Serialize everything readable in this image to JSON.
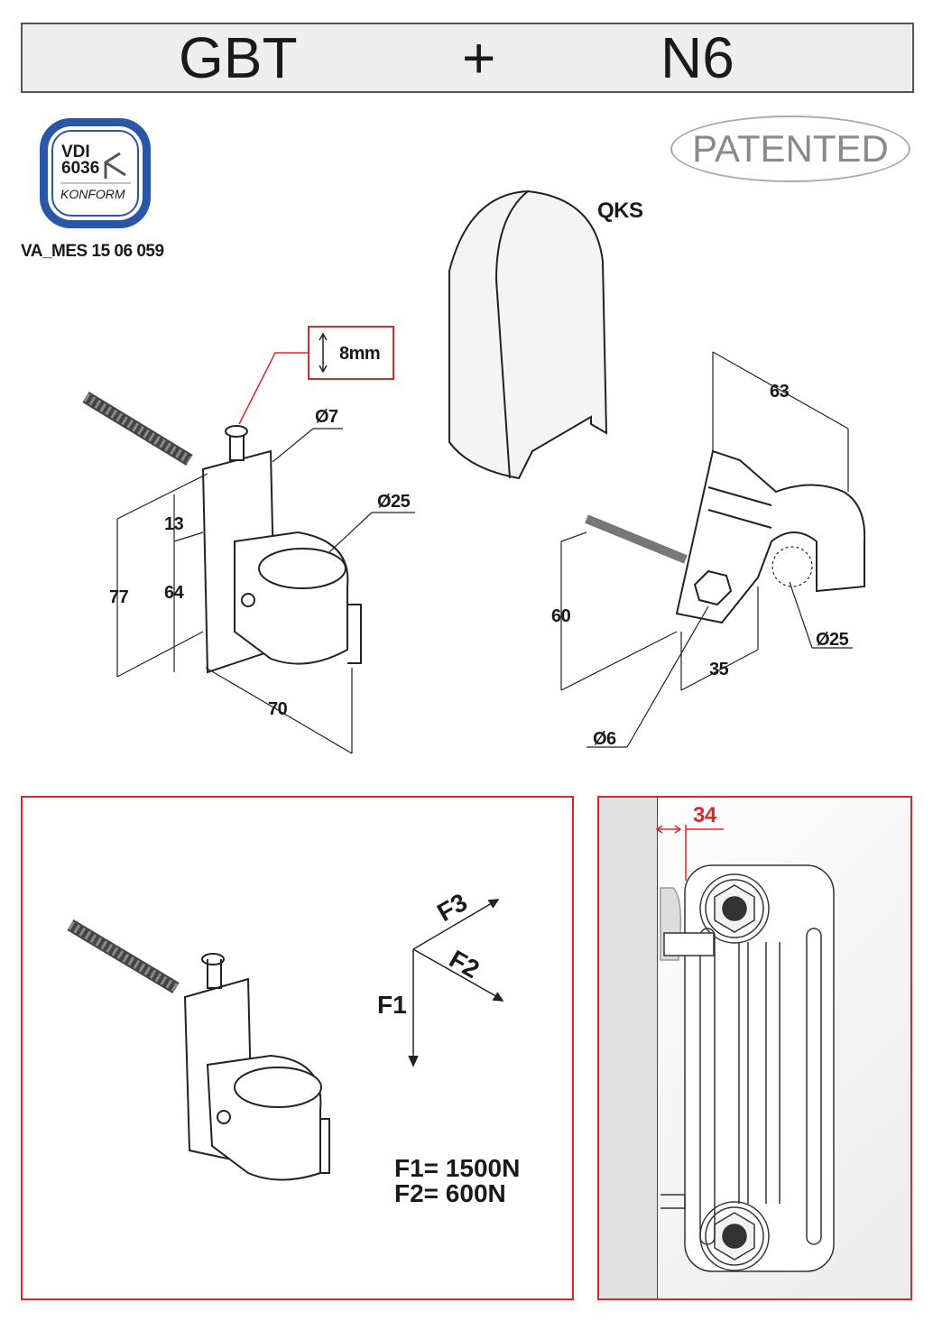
{
  "header": {
    "left": "GBT",
    "plus": "+",
    "right": "N6"
  },
  "logo": {
    "line1": "VDI",
    "line2": "6036",
    "line3": "KONFORM"
  },
  "code": "VA_MES 15 06 059",
  "patented": "PATENTED",
  "cover_label": "QKS",
  "screw_adjust": "8mm",
  "dims_left": {
    "d7": "Ø7",
    "d25": "Ø25",
    "d13": "13",
    "d64": "64",
    "d77": "77",
    "d70": "70"
  },
  "dims_right": {
    "d63": "63",
    "d60": "60",
    "d35": "35",
    "d25": "Ø25",
    "d6": "Ø6"
  },
  "forces": {
    "f1": "F1",
    "f2": "F2",
    "f3": "F3",
    "f1_value": "F1= 1500N",
    "f2_value": "F2= 600N"
  },
  "wall_distance": "34",
  "colors": {
    "accent_red": "#e0252b",
    "logo_blue": "#2a56a8",
    "header_bg": "#eeeeee"
  }
}
